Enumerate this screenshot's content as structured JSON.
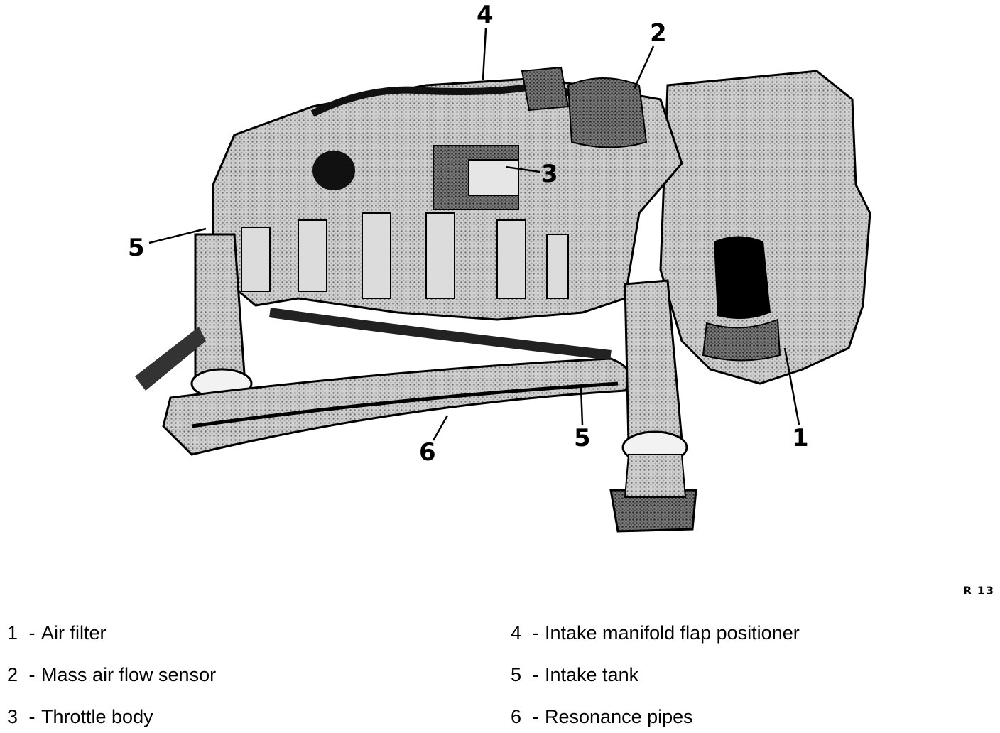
{
  "callouts": [
    "4",
    "2",
    "3",
    "5",
    "5",
    "6",
    "1"
  ],
  "figure_code": "R 13",
  "legend": [
    {
      "number": "1",
      "separator": "-",
      "label": "Air filter"
    },
    {
      "number": "2",
      "separator": "-",
      "label": "Mass air flow sensor"
    },
    {
      "number": "3",
      "separator": "-",
      "label": "Throttle body"
    },
    {
      "number": "4",
      "separator": "-",
      "label": "Intake manifold flap positioner"
    },
    {
      "number": "5",
      "separator": "-",
      "label": "Intake tank"
    },
    {
      "number": "6",
      "separator": "-",
      "label": "Resonance pipes"
    }
  ],
  "colors": {
    "ink": "#000000",
    "paper": "#ffffff",
    "shade": "#8a8a8a"
  }
}
